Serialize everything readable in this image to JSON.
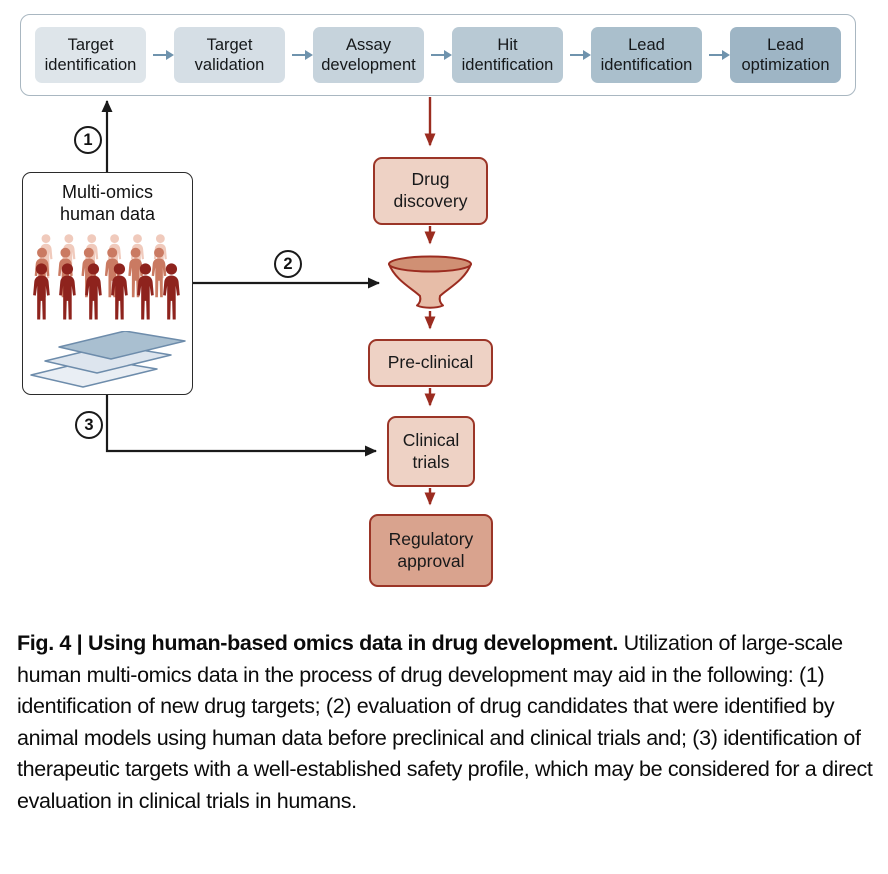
{
  "figure": {
    "pipeline": {
      "stages": [
        {
          "label": "Target\nidentification",
          "fill": "#dee5ea"
        },
        {
          "label": "Target\nvalidation",
          "fill": "#d5dee5"
        },
        {
          "label": "Assay\ndevelopment",
          "fill": "#c6d3dc"
        },
        {
          "label": "Hit\nidentification",
          "fill": "#b8c9d4"
        },
        {
          "label": "Lead\nidentification",
          "fill": "#aabfcc"
        },
        {
          "label": "Lead\noptimization",
          "fill": "#9eb5c5"
        }
      ]
    },
    "omics_box": {
      "title": "Multi-omics\nhuman data"
    },
    "steps": {
      "drug_discovery": "Drug\ndiscovery",
      "pre_clinical": "Pre-clinical",
      "clinical_trials": "Clinical\ntrials",
      "regulatory_approval": "Regulatory\napproval"
    },
    "markers": {
      "one": "1",
      "two": "2",
      "three": "3"
    }
  },
  "caption": {
    "bold": "Fig. 4 | Using human-based omics data in drug development.",
    "text": " Utilization of large-scale human multi-omics data in the process of drug development may aid in the following: (1) identification of new drug targets; (2) evaluation of drug candidates that were identified by animal models using human data before preclinical and clinical trials and; (3) identification of therapeutic targets with a well-established safety profile, which may be considered for a direct evaluation in clinical trials in humans."
  },
  "colors": {
    "accent_red": "#9b2c20",
    "black_line": "#1a1a1a",
    "salmon_fill": "#eed2c5",
    "regulatory_fill": "#d9a38e",
    "funnel_body": "#e7bda8",
    "funnel_rim": "#d09074",
    "stage_arrow": "#6f93ad",
    "pipeline_border": "#a9b7c1",
    "crowd_back": "#f0cabc",
    "crowd_mid": "#ca7a62",
    "crowd_front": "#8e231d",
    "layer_top": "#a9bfd0",
    "layer_mid": "#dde5ee",
    "layer_bottom": "#e9eef4",
    "layer_stroke": "#6d8cab"
  }
}
